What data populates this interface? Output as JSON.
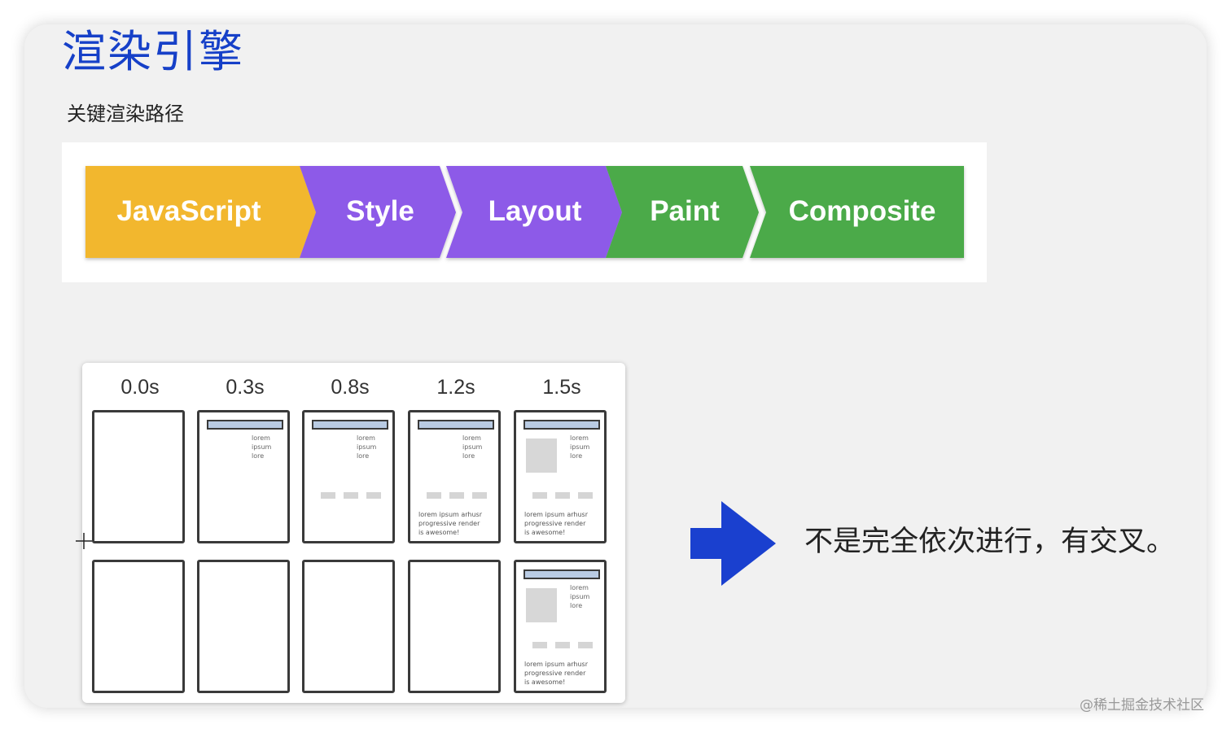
{
  "title": "渲染引擎",
  "subtitle": "关键渲染路径",
  "pipeline": {
    "stages": [
      {
        "label": "JavaScript",
        "color": "#f2b72d"
      },
      {
        "label": "Style",
        "color": "#8d5ae8"
      },
      {
        "label": "Layout",
        "color": "#8d5ae8"
      },
      {
        "label": "Paint",
        "color": "#4caa49"
      },
      {
        "label": "Composite",
        "color": "#4caa49"
      }
    ]
  },
  "timeline": {
    "times": [
      "0.0s",
      "0.3s",
      "0.8s",
      "1.2s",
      "1.5s"
    ],
    "lorem_short": [
      "lorem",
      "ipsum",
      "lore"
    ],
    "lorem_paragraph": [
      "lorem ipsum arhusr",
      "progressive render",
      "is awesome!"
    ]
  },
  "note": "不是完全依次进行，有交叉。",
  "arrow_color": "#1a40cf",
  "watermark": "@稀土掘金技术社区"
}
